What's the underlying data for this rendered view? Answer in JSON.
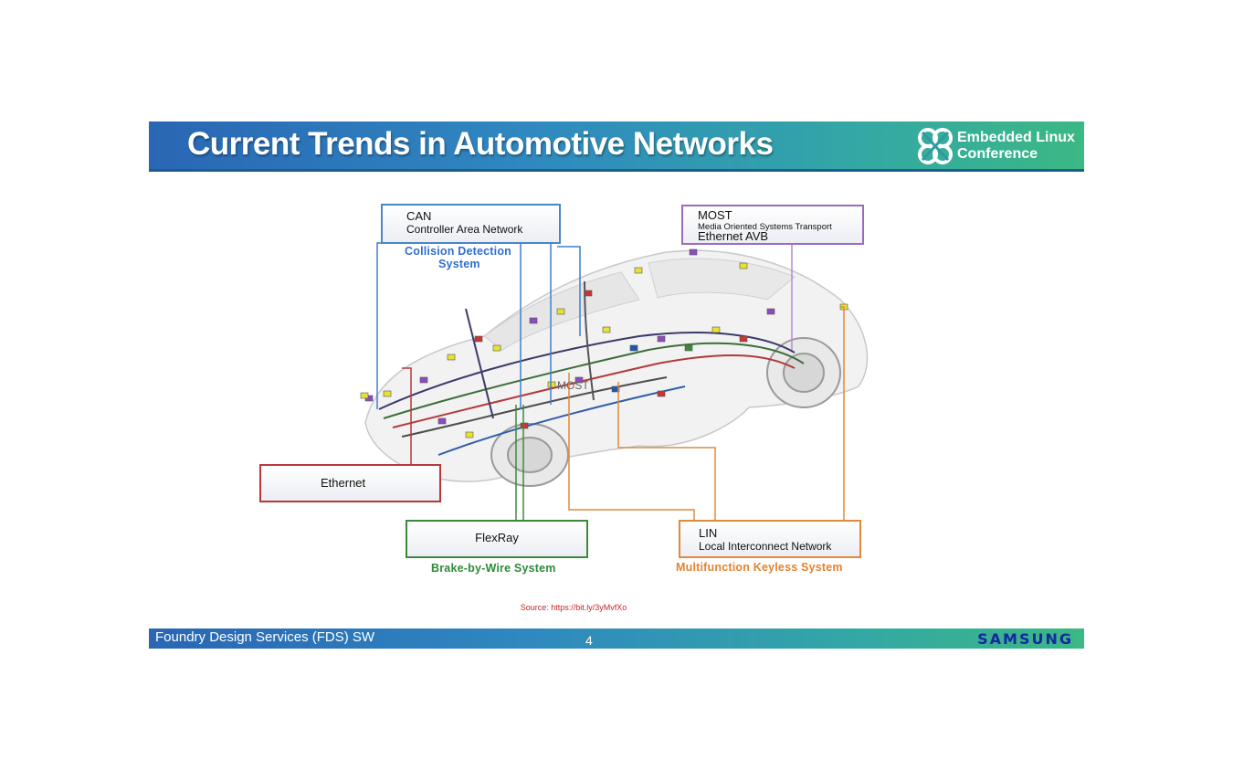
{
  "slide": {
    "title": "Current Trends in Automotive Networks",
    "logo": {
      "line1": "Embedded Linux",
      "line2": "Conference"
    }
  },
  "diagram": {
    "can": {
      "label": "CAN",
      "sublabel": "Controller Area Network",
      "color": "#4b86c6"
    },
    "collision_caption": {
      "line1": "Collision Detection",
      "line2": "System",
      "color": "#2f6fd0"
    },
    "most": {
      "label": "MOST",
      "sublabel": "Media Oriented Systems Transport",
      "sublabel2": "Ethernet AVB",
      "color": "#9b6bc2"
    },
    "ethernet": {
      "label": "Ethernet",
      "color": "#b8383a"
    },
    "flexray": {
      "label": "FlexRay",
      "color": "#3a8a3a"
    },
    "flexray_caption": {
      "text": "Brake-by-Wire System",
      "color": "#2e8a3a"
    },
    "lin": {
      "label": "LIN",
      "sublabel": "Local Interconnect Network",
      "color": "#e08a3c"
    },
    "lin_caption": {
      "text": "Multifunction Keyless System",
      "color": "#e4832e"
    },
    "car_label": "MOST"
  },
  "source": "Source: https://bit.ly/3yMvfXo",
  "footer": {
    "left": "Foundry Design Services (FDS) SW",
    "page": "4",
    "brand": "SAMSUNG"
  }
}
